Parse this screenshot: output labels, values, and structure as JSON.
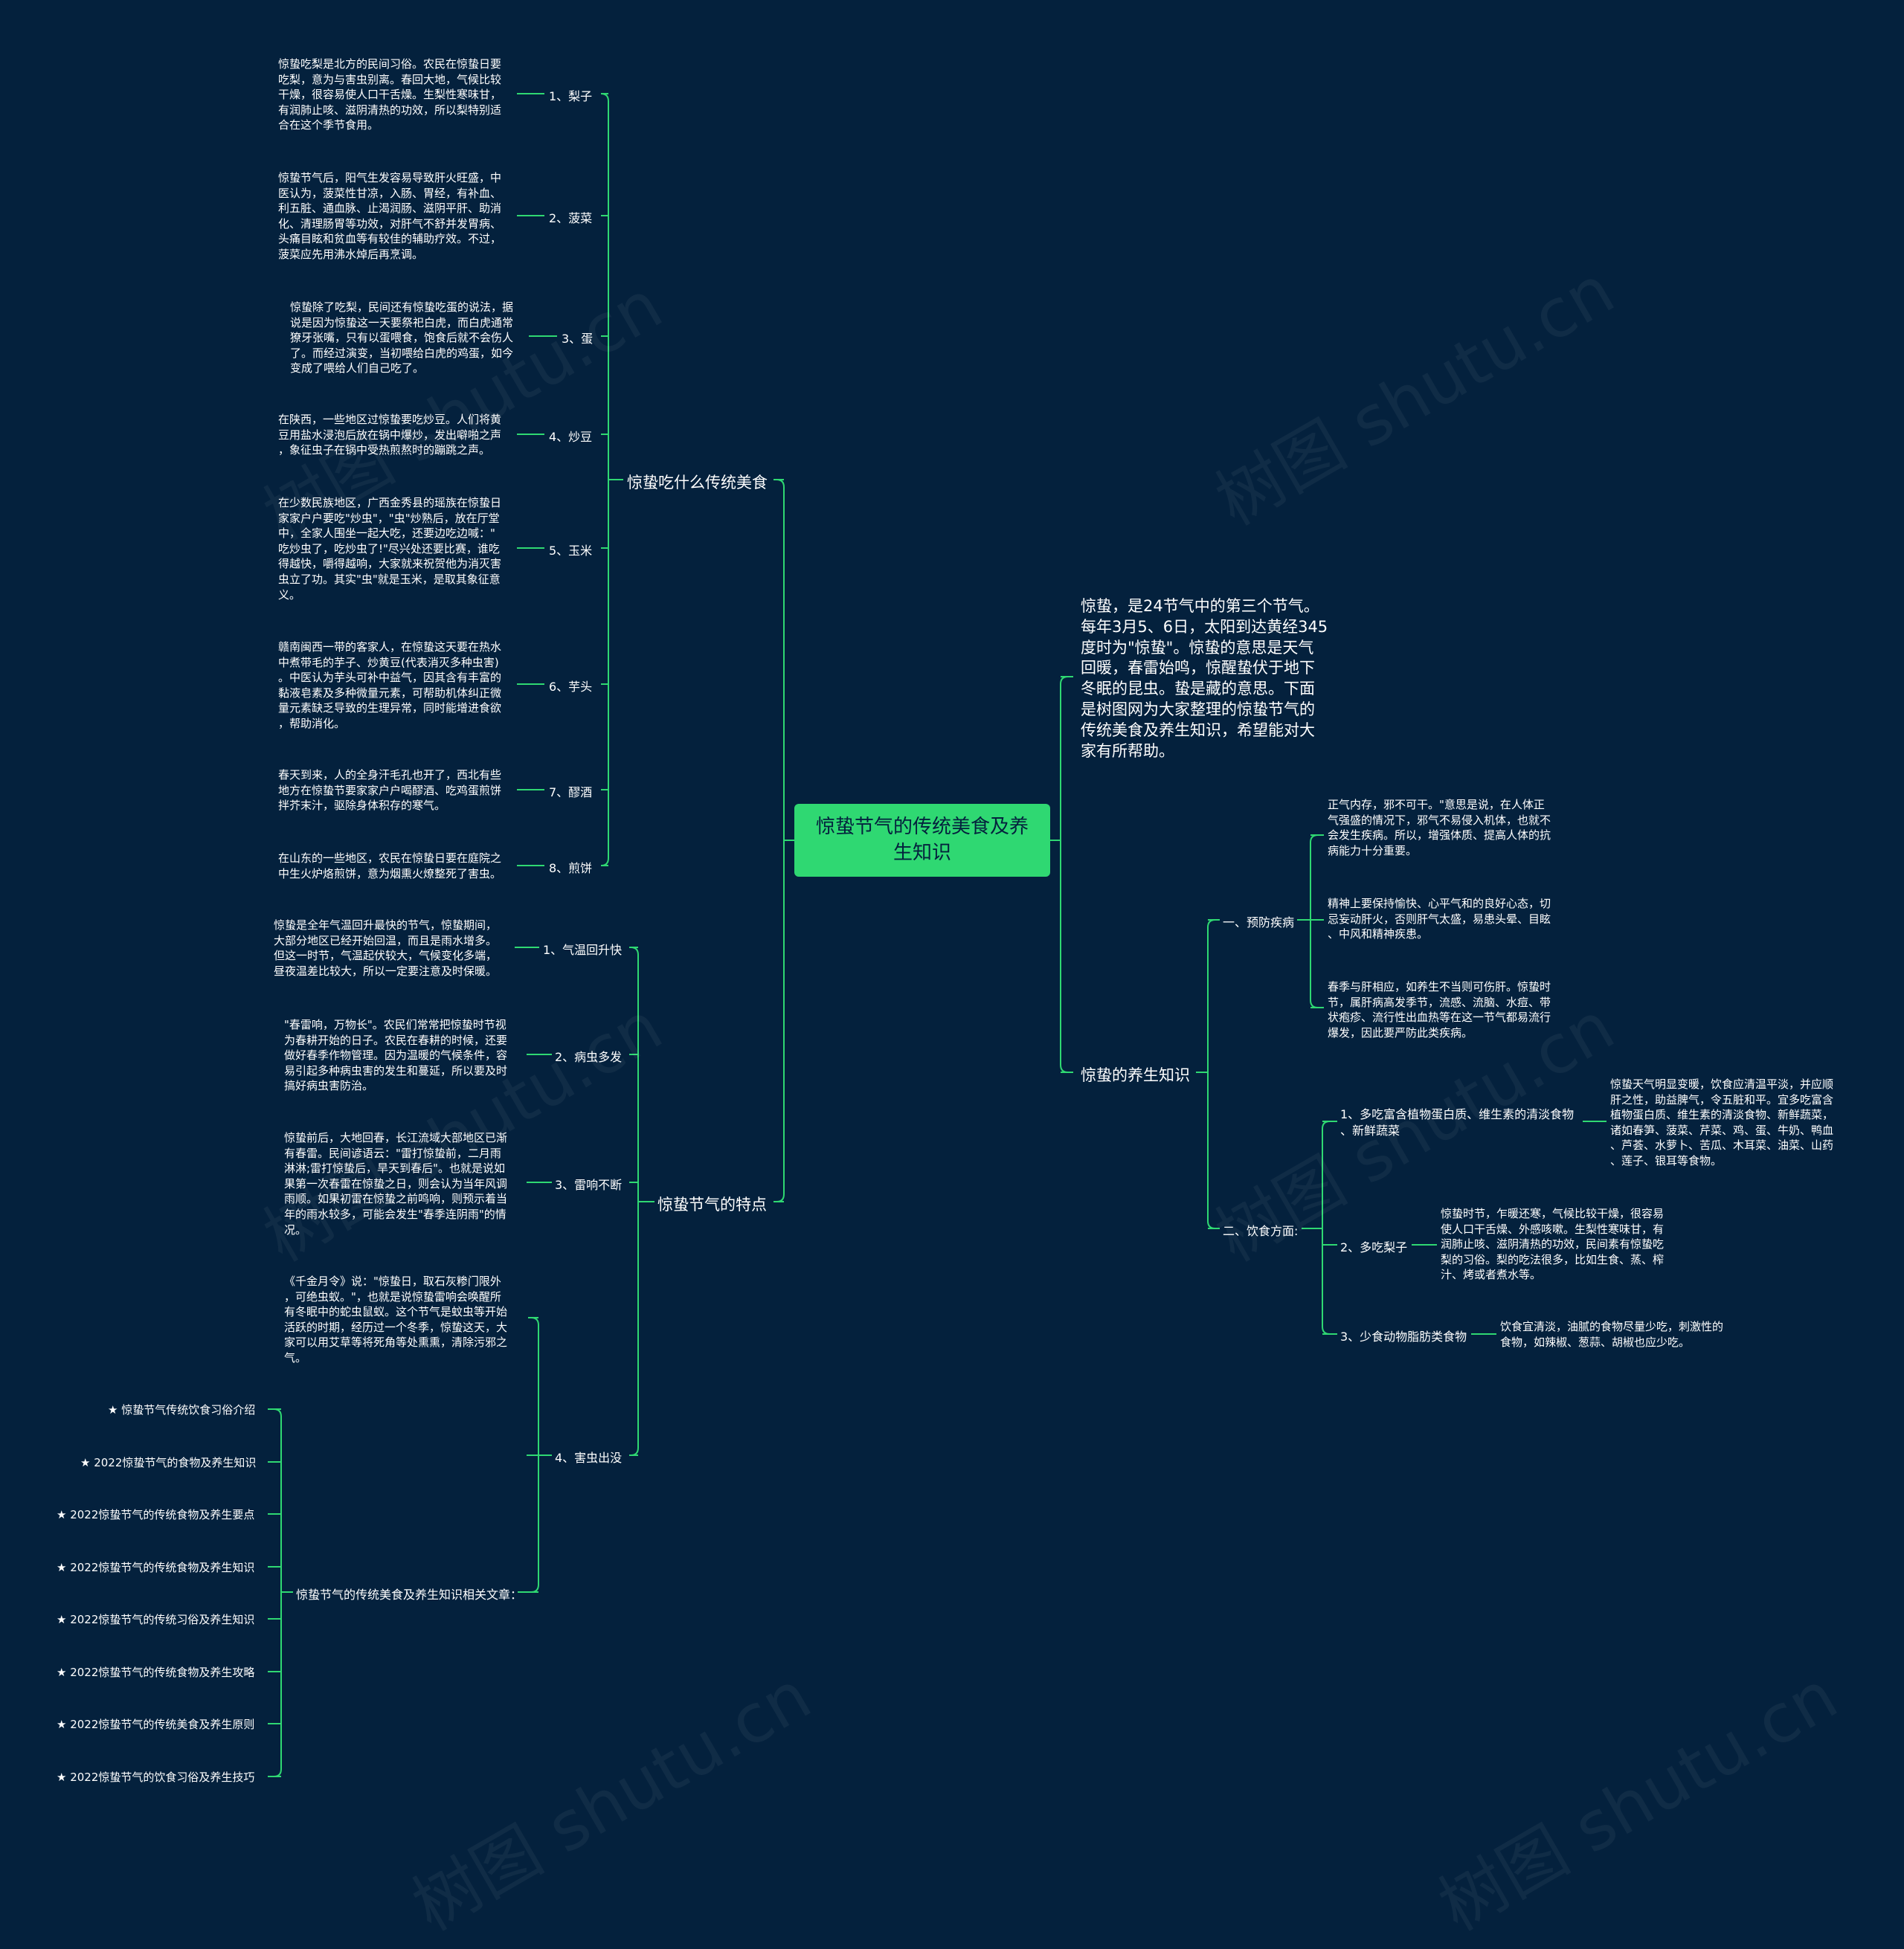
{
  "central": "惊蛰节气的传统美食及养\n生知识",
  "intro": "惊蛰，是24节气中的第三个节气。\n每年3月5、6日，太阳到达黄经345\n度时为\"惊蛰\"。惊蛰的意思是天气\n回暖，春雷始鸣，惊醒蛰伏于地下\n冬眠的昆虫。蛰是藏的意思。下面\n是树图网为大家整理的惊蛰节气的\n传统美食及养生知识，希望能对大\n家有所帮助。",
  "food": {
    "title": "惊蛰吃什么传统美食",
    "items": [
      {
        "label": "1、梨子",
        "text": "惊蛰吃梨是北方的民间习俗。农民在惊蛰日要\n吃梨，意为与害虫别离。春回大地，气候比较\n干燥，很容易使人口干舌燥。生梨性寒味甘，\n有润肺止咳、滋阴清热的功效，所以梨特别适\n合在这个季节食用。"
      },
      {
        "label": "2、菠菜",
        "text": "惊蛰节气后，阳气生发容易导致肝火旺盛，中\n医认为，菠菜性甘凉，入肠、胃经，有补血、\n利五脏、通血脉、止渴润肠、滋阴平肝、助消\n化、清理肠胃等功效，对肝气不舒并发胃病、\n头痛目眩和贫血等有较佳的辅助疗效。不过，\n菠菜应先用沸水焯后再烹调。"
      },
      {
        "label": "3、蛋",
        "text": "惊蛰除了吃梨，民间还有惊蛰吃蛋的说法，据\n说是因为惊蛰这一天要祭祀白虎，而白虎通常\n獠牙张嘴，只有以蛋喂食，饱食后就不会伤人\n了。而经过演变，当初喂给白虎的鸡蛋，如今\n变成了喂给人们自己吃了。"
      },
      {
        "label": "4、炒豆",
        "text": "在陕西，一些地区过惊蛰要吃炒豆。人们将黄\n豆用盐水浸泡后放在锅中爆炒，发出噼啪之声\n，象征虫子在锅中受热煎熬时的蹦跳之声。"
      },
      {
        "label": "5、玉米",
        "text": "在少数民族地区，广西金秀县的瑶族在惊蛰日\n家家户户要吃\"炒虫\"，\"虫\"炒熟后，放在厅堂\n中，全家人围坐一起大吃，还要边吃边喊：\"\n吃炒虫了，吃炒虫了!\"尽兴处还要比赛，谁吃\n得越快，嚼得越响，大家就来祝贺他为消灭害\n虫立了功。其实\"虫\"就是玉米，是取其象征意\n义。"
      },
      {
        "label": "6、芋头",
        "text": "赣南闽西一带的客家人，在惊蛰这天要在热水\n中煮带毛的芋子、炒黄豆(代表消灭多种虫害)\n。中医认为芋头可补中益气，因其含有丰富的\n黏液皂素及多种微量元素，可帮助机体纠正微\n量元素缺乏导致的生理异常，同时能增进食欲\n，帮助消化。"
      },
      {
        "label": "7、醪酒",
        "text": "春天到来，人的全身汗毛孔也开了，西北有些\n地方在惊蛰节要家家户户喝醪酒、吃鸡蛋煎饼\n拌芥末汁，驱除身体积存的寒气。"
      },
      {
        "label": "8、煎饼",
        "text": "在山东的一些地区，农民在惊蛰日要在庭院之\n中生火炉烙煎饼，意为烟熏火燎整死了害虫。"
      }
    ]
  },
  "features": {
    "title": "惊蛰节气的特点",
    "items": [
      {
        "label": "1、气温回升快",
        "text": "惊蛰是全年气温回升最快的节气，惊蛰期间，\n大部分地区已经开始回温，而且是雨水增多。\n但这一时节，气温起伏较大，气候变化多端，\n昼夜温差比较大，所以一定要注意及时保暖。"
      },
      {
        "label": "2、病虫多发",
        "text": "\"春雷响，万物长\"。农民们常常把惊蛰时节视\n为春耕开始的日子。农民在春耕的时候，还要\n做好春季作物管理。因为温暖的气候条件，容\n易引起多种病虫害的发生和蔓延，所以要及时\n搞好病虫害防治。"
      },
      {
        "label": "3、雷响不断",
        "text": "惊蛰前后，大地回春，长江流域大部地区已渐\n有春雷。民间谚语云：\"雷打惊蛰前，二月雨\n淋淋;雷打惊蛰后，旱天到春后\"。也就是说如\n果第一次春雷在惊蛰之日，则会认为当年风调\n雨顺。如果初雷在惊蛰之前鸣响，则预示着当\n年的雨水较多，可能会发生\"春季连阴雨\"的情\n况。"
      },
      {
        "label": "4、害虫出没",
        "text": "《千金月令》说：\"惊蛰日，取石灰糁门限外\n，可绝虫蚁。\"，也就是说惊蛰雷响会唤醒所\n有冬眠中的蛇虫鼠蚁。这个节气是蚊虫等开始\n活跃的时期，经历过一个冬季，惊蛰这天，大\n家可以用艾草等将死角等处熏熏，清除污邪之\n气。"
      }
    ]
  },
  "related": {
    "title": "惊蛰节气的传统美食及养生知识相关文章：",
    "links": [
      "★ 惊蛰节气传统饮食习俗介绍",
      "★ 2022惊蛰节气的食物及养生知识",
      "★ 2022惊蛰节气的传统食物及养生要点",
      "★ 2022惊蛰节气的传统食物及养生知识",
      "★ 2022惊蛰节气的传统习俗及养生知识",
      "★ 2022惊蛰节气的传统食物及养生攻略",
      "★ 2022惊蛰节气的传统美食及养生原则",
      "★ 2022惊蛰节气的饮食习俗及养生技巧"
    ]
  },
  "health": {
    "title": "惊蛰的养生知识",
    "prevent": {
      "label": "一、预防疾病",
      "items": [
        "正气内存，邪不可干。\"意思是说，在人体正\n气强盛的情况下，邪气不易侵入机体，也就不\n会发生疾病。所以，增强体质、提高人体的抗\n病能力十分重要。",
        "精神上要保持愉快、心平气和的良好心态，切\n忌妄动肝火，否则肝气太盛，易患头晕、目眩\n、中风和精神疾患。",
        "春季与肝相应，如养生不当则可伤肝。惊蛰时\n节，属肝病高发季节，流感、流脑、水痘、带\n状疱疹、流行性出血热等在这一节气都易流行\n爆发，因此要严防此类疾病。"
      ]
    },
    "diet": {
      "label": "二、饮食方面:",
      "items": [
        {
          "label": "1、多吃富含植物蛋白质、维生素的清淡食物\n、新鲜蔬菜",
          "text": "惊蛰天气明显变暖，饮食应清温平淡，并应顺\n肝之性，助益脾气，令五脏和平。宜多吃富含\n植物蛋白质、维生素的清淡食物、新鲜蔬菜，\n诸如春笋、菠菜、芹菜、鸡、蛋、牛奶、鸭血\n、芦荟、水萝卜、苦瓜、木耳菜、油菜、山药\n、莲子、银耳等食物。"
        },
        {
          "label": "2、多吃梨子",
          "text": "惊蛰时节，乍暖还寒，气候比较干燥，很容易\n使人口干舌燥、外感咳嗽。生梨性寒味甘，有\n润肺止咳、滋阴清热的功效，民间素有惊蛰吃\n梨的习俗。梨的吃法很多，比如生食、蒸、榨\n汁、烤或者煮水等。"
        },
        {
          "label": "3、少食动物脂肪类食物",
          "text": "饮食宜清淡，油腻的食物尽量少吃，刺激性的\n食物，如辣椒、葱蒜、胡椒也应少吃。"
        }
      ]
    }
  },
  "watermark": "树图 shutu.cn",
  "colors": {
    "background": "#04213d",
    "central_node": "#2fd872",
    "connector": "#2fd872",
    "text": "#ffffff"
  }
}
